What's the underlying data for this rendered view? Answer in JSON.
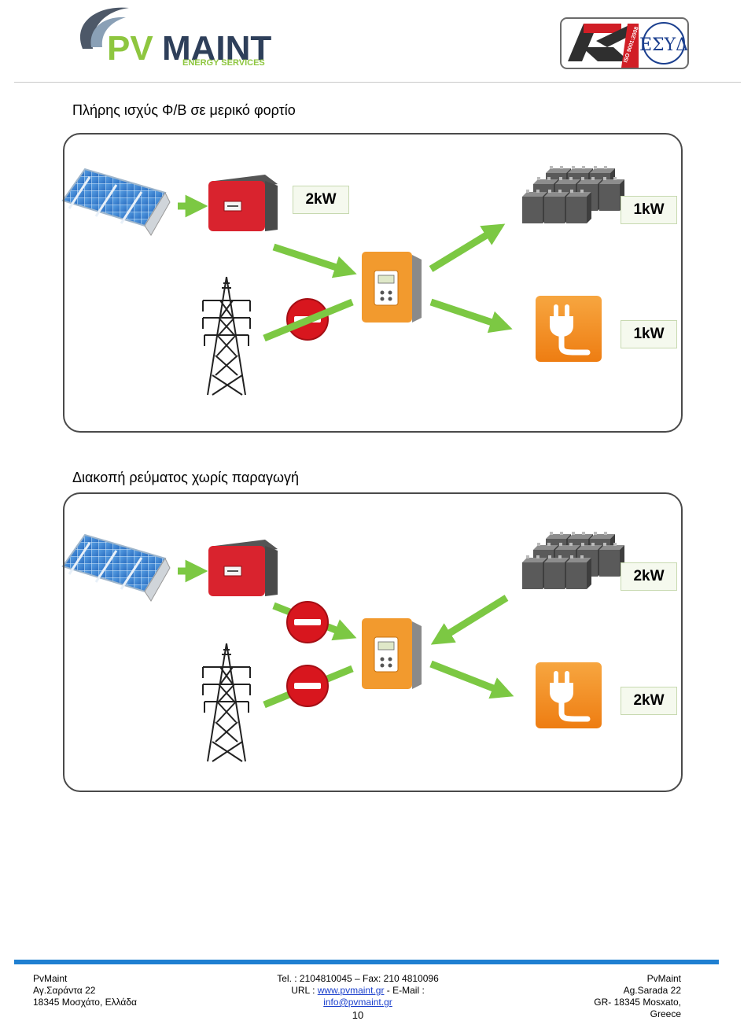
{
  "header": {
    "logo_brand": "PVMAINT",
    "logo_tagline": "ENERGY SERVICES",
    "cert_seal_text": "ISO 9001:2008",
    "cert_badge": "ΕΣΥΔ"
  },
  "sections": [
    {
      "title": "Πλήρης ισχύς Φ/Β σε μερικό φορτίο",
      "labels": {
        "inverter_out": "2kW",
        "battery": "1kW",
        "load": "1kW"
      }
    },
    {
      "title": "Διακοπή ρεύματος χωρίς παραγωγή",
      "labels": {
        "battery": "2kW",
        "load": "2kW"
      }
    }
  ],
  "footer": {
    "left": [
      "PvMaint",
      "Αγ.Σαράντα 22",
      "18345 Μοσχάτο, Ελλάδα"
    ],
    "center_tel": "Tel. : 2104810045 – Fax: 210 4810096",
    "center_url_prefix": "URL : ",
    "url": "www.pvmaint.gr",
    "email_prefix": " - E-Mail : ",
    "email": "info@pvmaint.gr",
    "page_number": "10",
    "right": [
      "PvMaint",
      "Ag.Sarada 22",
      "GR- 18345  Mosxato, Greece"
    ]
  },
  "colors": {
    "arrow": "#7cc843",
    "inverter_red": "#d9232e",
    "charger_orange": "#f29a2e",
    "plug_orange": "#f28c1c",
    "stop_red": "#d8161e",
    "footer_bar": "#1f7fd1"
  }
}
